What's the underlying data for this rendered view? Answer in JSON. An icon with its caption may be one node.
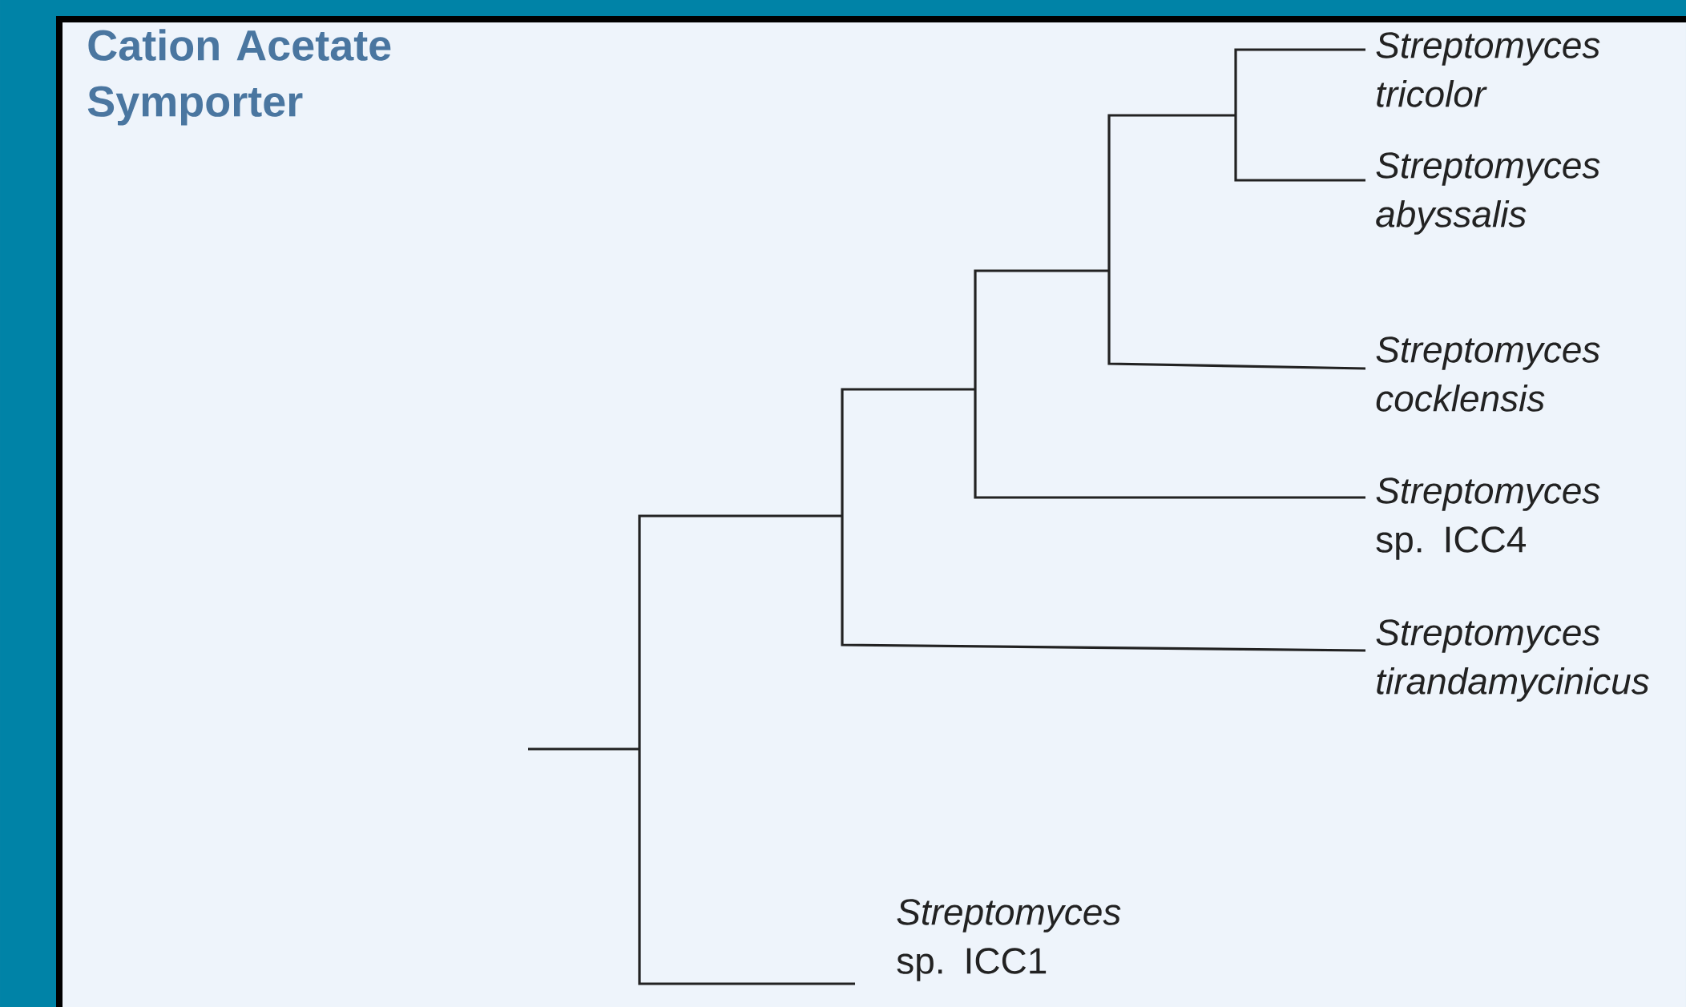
{
  "diagram": {
    "title": "Cation Acetate Symporter",
    "labels": [
      "Streptomyces tricolor",
      "Streptomyces abyssalis",
      "Streptomyces cocklensis",
      "*Streptomyces* sp. ICC4",
      "Streptomyces tirandamycinicus",
      "*Streptomyces* sp. ICC1"
    ]
  }
}
